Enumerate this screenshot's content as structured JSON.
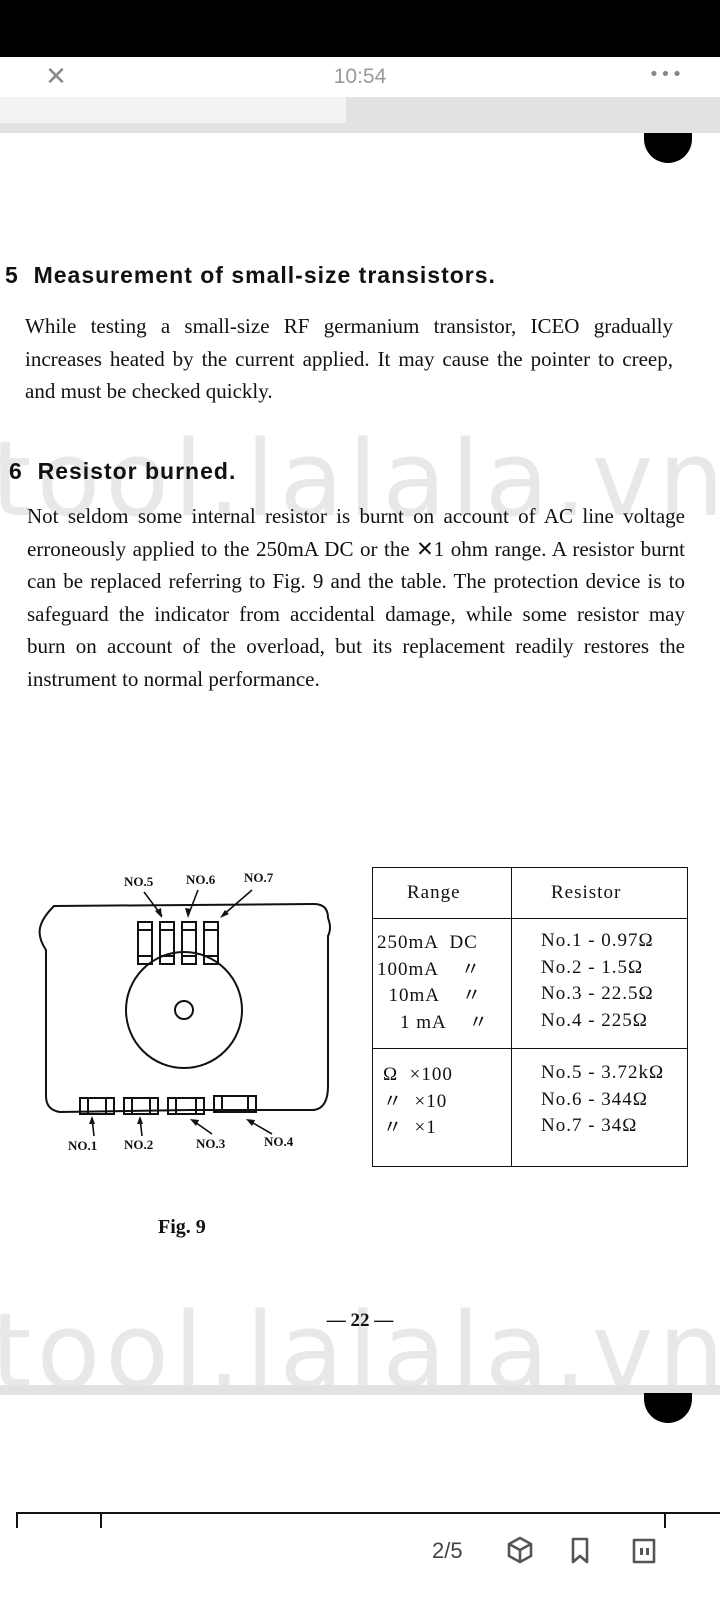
{
  "app_bar": {
    "time": "10:54",
    "close_glyph": "✕",
    "more_glyph": "•••"
  },
  "reading_progress": 0.48,
  "watermark": "tool.lalala.vn",
  "section5": {
    "number": "5",
    "title": "Measurement of small-size transistors.",
    "body": "While testing a small-size RF germanium transistor, ICEO gradually increases heated by the current applied.  It may cause the pointer to creep, and must be checked quickly."
  },
  "section6": {
    "number": "6",
    "title": "Resistor burned.",
    "body": "Not seldom some internal resistor is burnt on account of AC line voltage erroneously applied to the 250mA DC or the ✕1 ohm range.  A resistor burnt can be replaced referring to Fig. 9  and the table.  The protection device is to safeguard the indicator from accidental damage, while some resistor may burn on account of the overload, but its replacement readily restores the instrument to normal performance."
  },
  "figure": {
    "caption": "Fig. 9",
    "top_labels": [
      "NO.5",
      "NO.6",
      "NO.7"
    ],
    "bottom_labels": [
      "NO.1",
      "NO.2",
      "NO.3",
      "NO.4"
    ]
  },
  "table": {
    "header_range": "Range",
    "header_resistor": "Resistor",
    "dc_ranges": "250mA  DC\n100mA    〃\n  10mA    〃\n    1 mA    〃",
    "dc_resistors": "No.1 - 0.97Ω\nNo.2 - 1.5Ω\nNo.3 - 22.5Ω\nNo.4 - 225Ω",
    "ohm_ranges": "Ω  ×100\n〃  ×10\n〃  ×1",
    "ohm_resistors": "No.5 - 3.72kΩ\nNo.6 - 344Ω\nNo.7 - 34Ω"
  },
  "page_number": "— 22 —",
  "bottom_bar": {
    "page_indicator": "2/5"
  }
}
